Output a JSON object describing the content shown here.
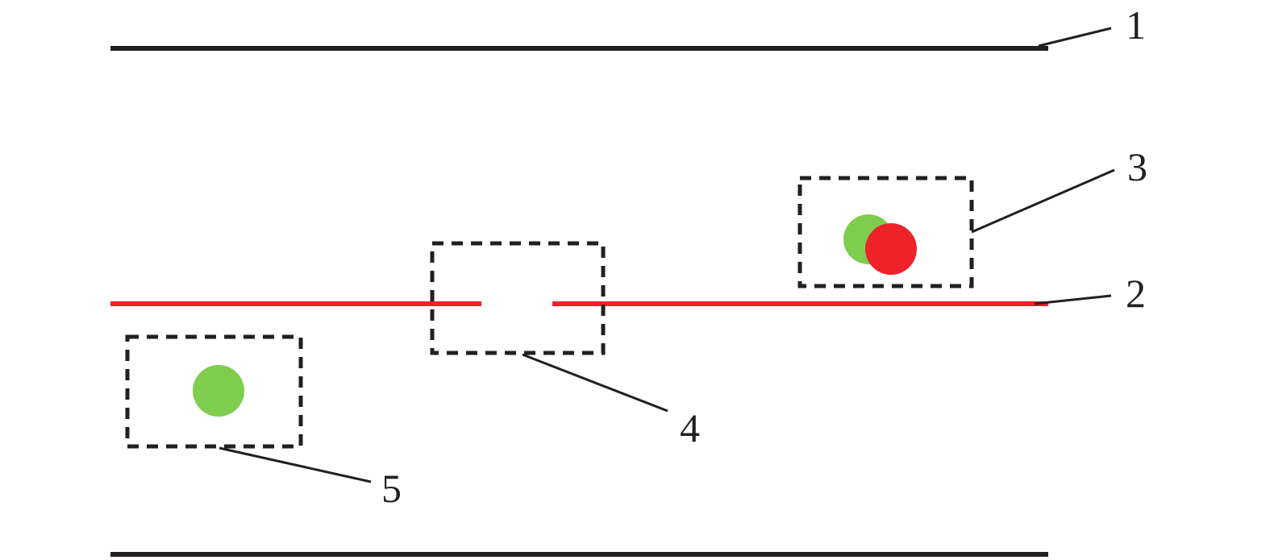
{
  "labels": {
    "l1": "1",
    "l2": "2",
    "l3": "3",
    "l4": "4",
    "l5": "5"
  },
  "colors": {
    "black": "#231f20",
    "red": "#ee2229",
    "green": "#7ecd4f"
  }
}
